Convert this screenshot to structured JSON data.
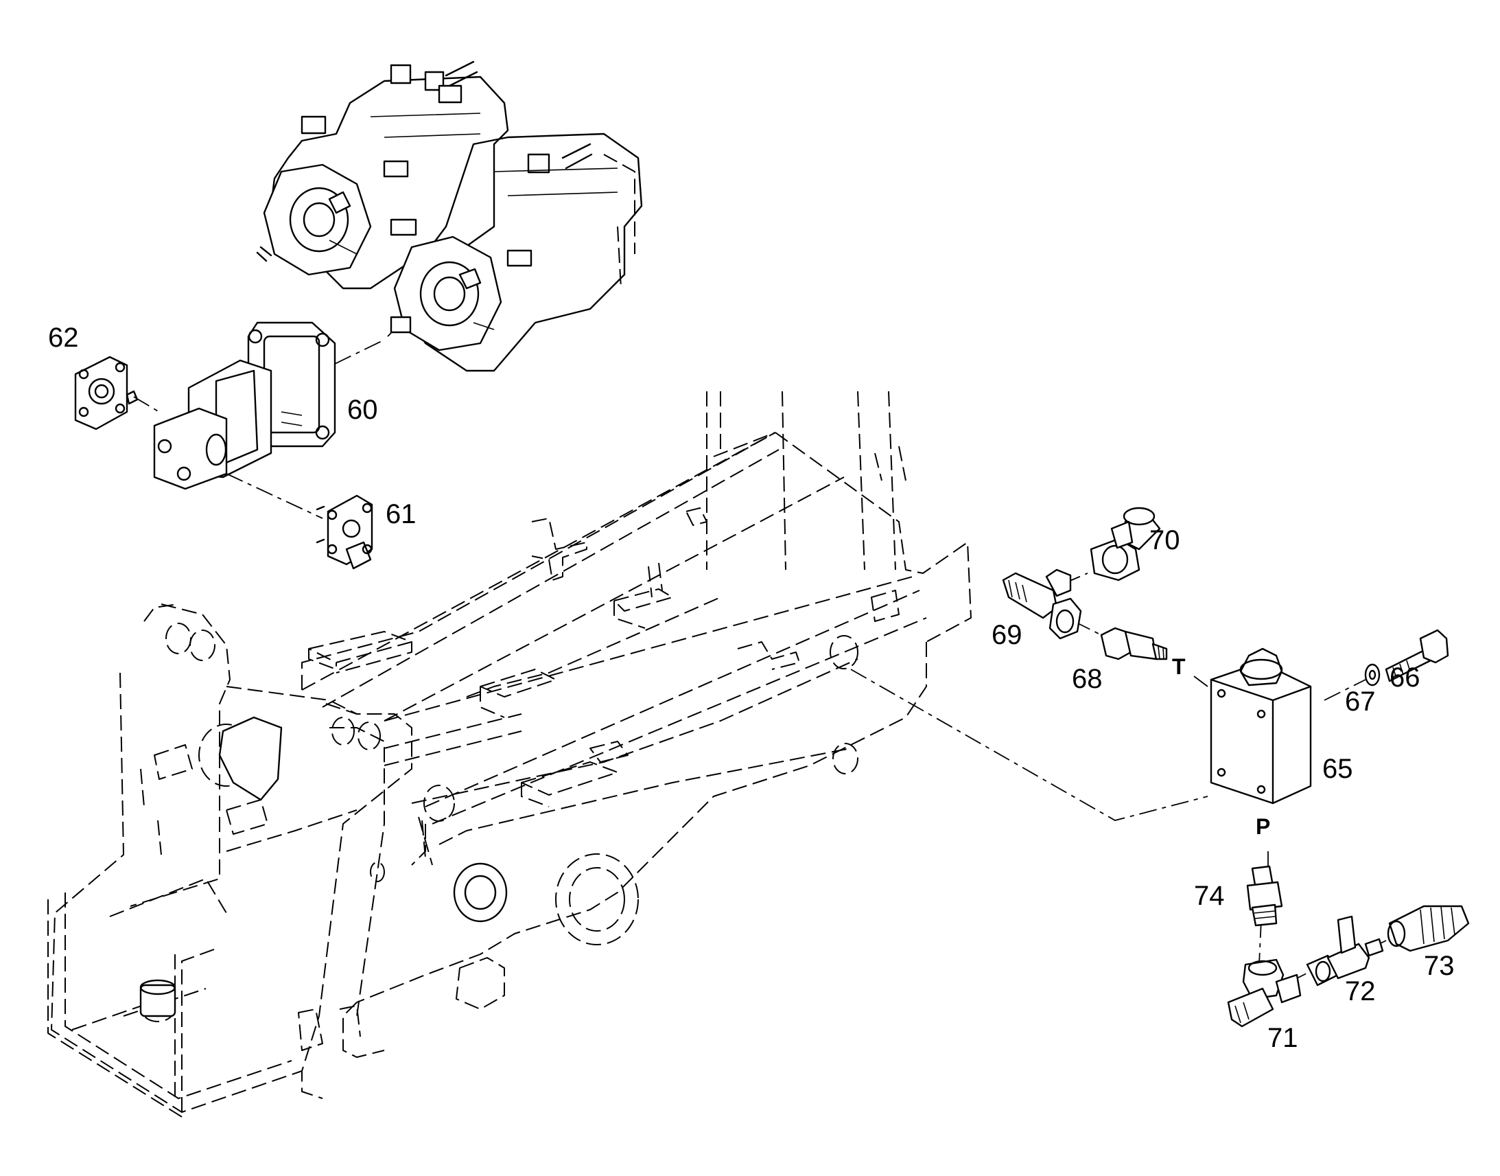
{
  "callouts": {
    "c60": "60",
    "c61": "61",
    "c62": "62",
    "c65": "65",
    "c66": "66",
    "c67": "67",
    "c68": "68",
    "c69": "69",
    "c70": "70",
    "c71": "71",
    "c72": "72",
    "c73": "73",
    "c74": "74"
  },
  "ports": {
    "tank": "T",
    "pressure": "P"
  }
}
